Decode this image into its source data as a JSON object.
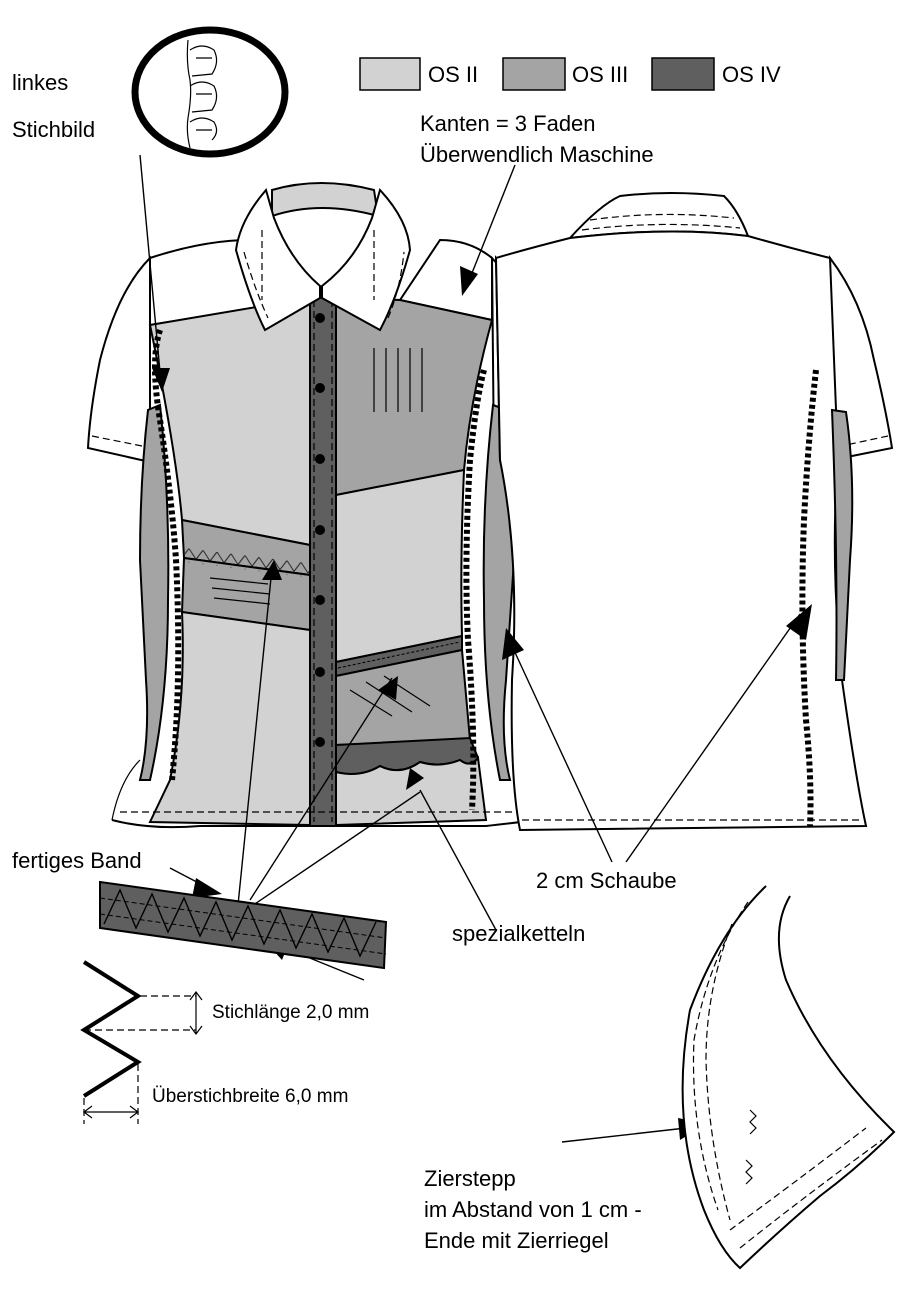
{
  "colors": {
    "os2": "#d2d2d2",
    "os3": "#a4a4a4",
    "os4": "#5f5f5f",
    "outline": "#000000",
    "background": "#ffffff"
  },
  "legend": [
    {
      "label": "OS II",
      "color": "#d2d2d2"
    },
    {
      "label": "OS III",
      "color": "#a4a4a4"
    },
    {
      "label": "OS IV",
      "color": "#5f5f5f"
    }
  ],
  "labels": {
    "left_stitch_line1": "linkes",
    "left_stitch_line2": "Stichbild",
    "edges_line1": "Kanten = 3 Faden",
    "edges_line2": "Überwendlich Maschine",
    "finished_band": "fertiges Band",
    "special_chain": "spezialketteln",
    "shirring": "2 cm Schaube",
    "stitch_length": "Stichlänge 2,0 mm",
    "overstitch_width": "Überstichbreite 6,0 mm",
    "topstitch_line1": "Zierstepp",
    "topstitch_line2": "im Abstand von 1 cm -",
    "topstitch_line3": "Ende mit Zierriegel"
  },
  "icons": [
    "stitch-loop-icon",
    "button-icon",
    "arrow-head-icon"
  ]
}
